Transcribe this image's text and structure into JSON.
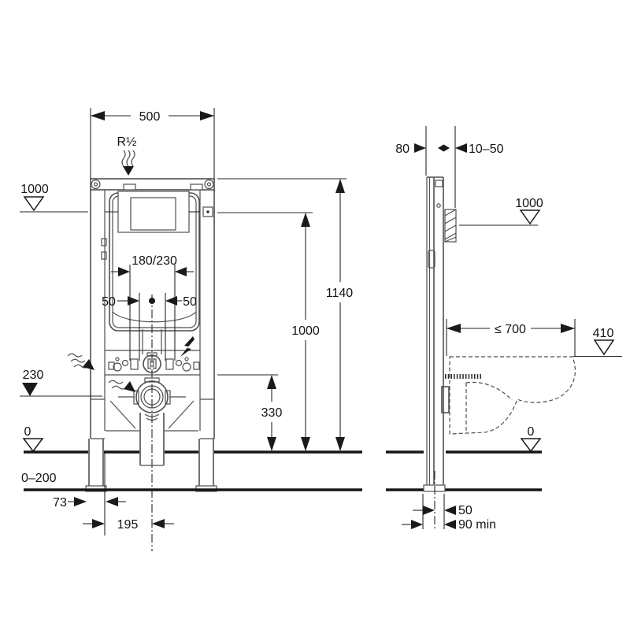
{
  "drawing": {
    "front_view": {
      "width_500": "500",
      "supply_r12": "R½",
      "level_1000": "1000",
      "fixing_180_230": "180/230",
      "offset_50_left": "50",
      "offset_50_right": "50",
      "level_230": "230",
      "level_0": "0",
      "floor_range_0_200": "0–200",
      "foot_73": "73",
      "outlet_195": "195",
      "height_1140": "1140",
      "height_1000": "1000",
      "height_330": "330"
    },
    "side_view": {
      "depth_80": "80",
      "gap_10_50": "10–50",
      "level_1000": "1000",
      "reach_700": "≤ 700",
      "seat_410": "410",
      "level_0": "0",
      "offset_50": "50",
      "depth_90min": "90 min"
    },
    "colors": {
      "line": "#4f4f4f",
      "text": "#141414",
      "background": "#ffffff"
    }
  }
}
